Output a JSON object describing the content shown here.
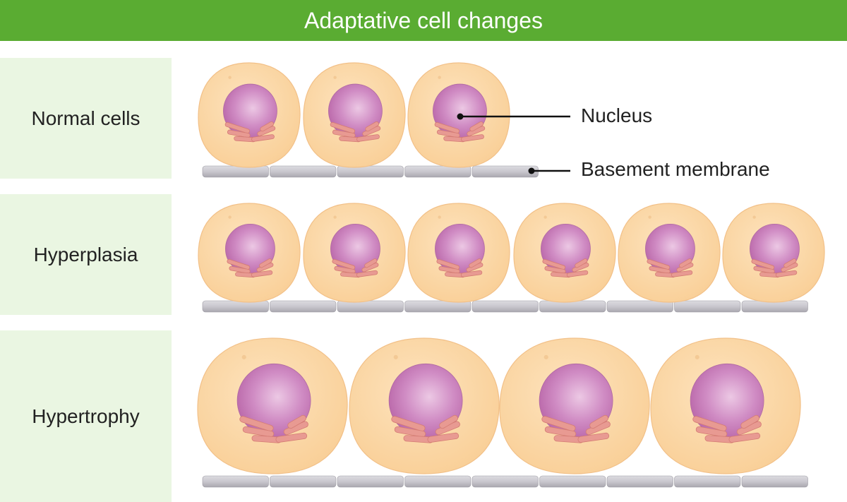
{
  "title": "Adaptative cell changes",
  "rows": [
    {
      "label": "Normal cells",
      "cell_count": 3,
      "membrane_segments": 5
    },
    {
      "label": "Hyperplasia",
      "cell_count": 6,
      "membrane_segments": 9
    },
    {
      "label": "Hypertrophy",
      "cell_count": 4,
      "membrane_segments": 9
    }
  ],
  "callouts": {
    "nucleus": "Nucleus",
    "membrane": "Basement membrane"
  },
  "colors": {
    "header": "#5aac32",
    "row_label_bg": "#eaf6e2",
    "cytoplasm": "#fcd9a8",
    "nucleus": "#c874b4",
    "organelle": "#e89a92",
    "membrane": "#c7c5cc"
  }
}
